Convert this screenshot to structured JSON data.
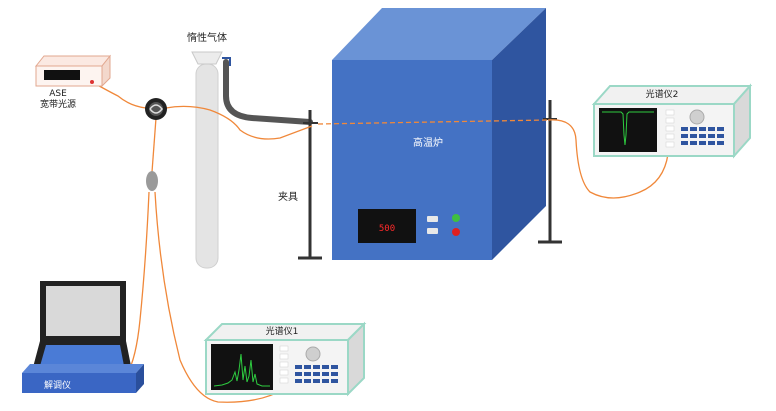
{
  "labels": {
    "ase_line1": "ASE",
    "ase_line2": "宽带光源",
    "gas": "惰性气体",
    "furnace": "高温炉",
    "clamp": "夹具",
    "furnace_display": "500",
    "osa1": "光谱仪1",
    "osa2": "光谱仪2",
    "demod": "解调仪"
  },
  "colors": {
    "fiber": "#f0883a",
    "furnace_front": "#4472c4",
    "furnace_top": "#6a93d6",
    "furnace_side": "#2f55a0",
    "osa_border": "#9bd8c6",
    "screen": "#111111",
    "trace": "#2ecc40",
    "led_green": "#3fbf3f",
    "led_red": "#e02020",
    "display_red": "#ff2a2a"
  },
  "icons": {
    "coupler": "fiber-coupler-icon",
    "splitter": "fiber-splitter-icon"
  }
}
